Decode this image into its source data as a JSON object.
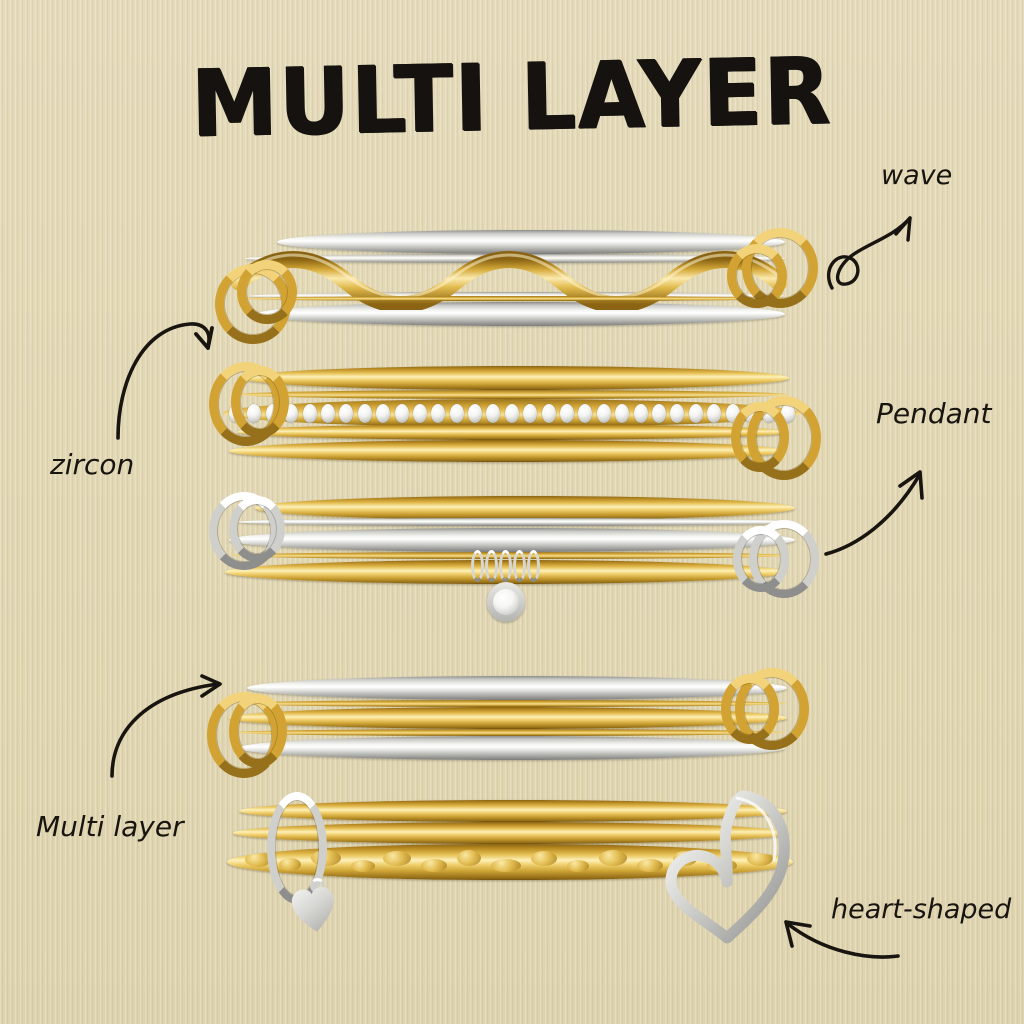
{
  "page": {
    "title": "MULTI LAYER",
    "background_color": "#e2d8b6",
    "text_color": "#18140f"
  },
  "annotations": [
    {
      "id": "wave",
      "label": "wave",
      "arrow": "curly-loop-arrow-up-right",
      "points_to": "bracelet-1"
    },
    {
      "id": "zircon",
      "label": "zircon",
      "arrow": "curved-arrow-up-right",
      "points_to": "bracelet-2"
    },
    {
      "id": "pendant",
      "label": "Pendant",
      "arrow": "curved-arrow-up-right",
      "points_to": "bracelet-3"
    },
    {
      "id": "multi",
      "label": "Multi layer",
      "arrow": "curved-arrow-up-right",
      "points_to": "bracelet-4"
    },
    {
      "id": "heart",
      "label": "heart-shaped",
      "arrow": "curved-arrow-left",
      "points_to": "bracelet-5"
    }
  ],
  "products": [
    {
      "id": "bracelet-1",
      "name": "wave-bangle-set",
      "feature": "wave",
      "metals": [
        "silver",
        "gold"
      ],
      "bands": 3,
      "description": "Two silver bangles with a gold wave band between them, gold connector rings"
    },
    {
      "id": "bracelet-2",
      "name": "zircon-bangle-set",
      "feature": "zircon",
      "metals": [
        "gold"
      ],
      "bands": 3,
      "stone_count": 31,
      "stone_color": "#f4f4f2",
      "description": "Gold bangles with a channel-set row of zircon stones"
    },
    {
      "id": "bracelet-3",
      "name": "pendant-bangle-set",
      "feature": "Pendant",
      "metals": [
        "gold",
        "silver"
      ],
      "bands": 3,
      "pendant_coils": 5,
      "description": "Gold and silver bangles with a silver coil pendant and round crystal drop"
    },
    {
      "id": "bracelet-4",
      "name": "multi-layer-bangle-set",
      "feature": "Multi layer",
      "metals": [
        "silver",
        "gold"
      ],
      "bands": 3,
      "description": "Silver bangles layered with a gold band and gold connector rings"
    },
    {
      "id": "bracelet-5",
      "name": "heart-shaped-bangle-set",
      "feature": "heart-shaped",
      "metals": [
        "gold",
        "silver"
      ],
      "bands": 3,
      "charms": [
        "silver-heart-charm",
        "silver-heart-clasp"
      ],
      "description": "Gold bangles with hammered texture band, silver heart charm and heart-shaped clasp"
    }
  ],
  "palette": {
    "gold_dark": "#8a6413",
    "gold_mid": "#e7c257",
    "gold_light": "#fdf0b8",
    "silver_dark": "#7d7d7b",
    "silver_mid": "#c9c9c6",
    "silver_light": "#ffffff",
    "stone": "#f4f4f2"
  }
}
